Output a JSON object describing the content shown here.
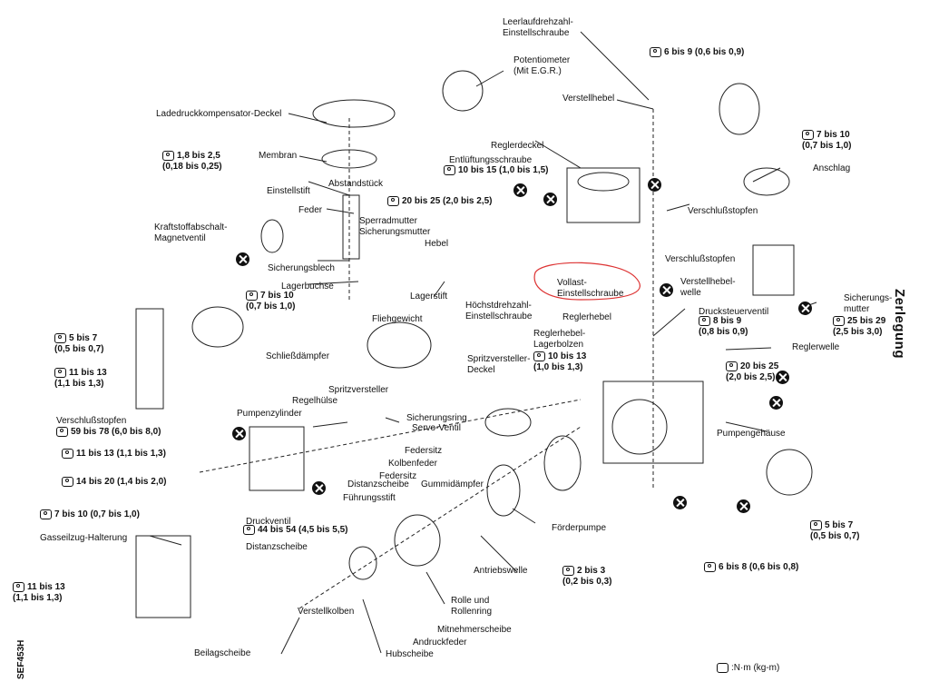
{
  "title": "Zerlegung",
  "figure_code": "SEF453H",
  "legend": ":N·m (kg-m)",
  "labels": {
    "leerlauf": "Leerlaufdrehzahl-\nEinstellschraube",
    "potentiometer": "Potentiometer\n(Mit E.G.R.)",
    "ladedruck": "Ladedruckkompensator-Deckel",
    "verstellhebel": "Verstellhebel",
    "membran": "Membran",
    "reglerdeckel": "Reglerdeckel",
    "entlueftung": "Entlüftungsschraube",
    "abstandstueck": "Abstandstück",
    "einstellstift": "Einstellstift",
    "feder": "Feder",
    "sperradmutter": "Sperradmutter\nSicherungsmutter",
    "kraftstoff": "Kraftstoffabschalt-\nMagnetventil",
    "hebel": "Hebel",
    "sicherungsblech": "Sicherungsblech",
    "lagerbuchse": "Lagerbuchse",
    "lagerstift": "Lagerstift",
    "hoechstdrehzahl": "Höchstdrehzahl-\nEinstellschraube",
    "vollast": "Vollast-\nEinstellschraube",
    "anschlag": "Anschlag",
    "verschluss1": "Verschlußstopfen",
    "verschluss2": "Verschlußstopfen",
    "verstellhebelwelle": "Verstellhebel-\nwelle",
    "sicherungsmutter": "Sicherungs-\nmutter",
    "fliehgewicht": "Fliehgewicht",
    "reglerhebel": "Reglerhebel",
    "drucksteuerventil": "Drucksteuerventil",
    "reglerwelle": "Reglerwelle",
    "reglerhebel_lagerbolzen": "Reglerhebel-\nLagerbolzen",
    "spritzversteller_deckel": "Spritzversteller-\nDeckel",
    "schliessdaempfer": "Schließdämpfer",
    "spritzversteller": "Spritzversteller",
    "regelhuelse": "Regelhülse",
    "pumpenzylinder": "Pumpenzylinder",
    "verschluss3": "Verschlußstopfen",
    "sicherungsring": "Sicherungsring",
    "servo": "Servo-Ventil",
    "pumpengehaeuse": "Pumpengehäuse",
    "federsitz1": "Federsitz",
    "kolbenfeder": "Kolbenfeder",
    "federsitz2": "Federsitz",
    "distanzscheibe1": "Distanzscheibe",
    "fuehrungsstift": "Führungsstift",
    "gummidaempfer": "Gummidämpfer",
    "druckventil": "Druckventil",
    "foerderpumpe": "Förderpumpe",
    "gasseilzug": "Gasseilzug-Halterung",
    "distanzscheibe2": "Distanzscheibe",
    "antriebswelle": "Antriebswelle",
    "rolle": "Rolle und\nRollenring",
    "verstellkolben": "Verstellkolben",
    "mitnehmerscheibe": "Mitnehmerscheibe",
    "andruckfeder": "Andruckfeder",
    "beilagscheibe": "Beilagscheibe",
    "hubscheibe": "Hubscheibe"
  },
  "torques": {
    "t1": "6 bis 9 (0,6 bis 0,9)",
    "t2": "7 bis 10\n(0,7 bis 1,0)",
    "t3": "1,8 bis 2,5\n(0,18 bis 0,25)",
    "t4": "10 bis 15 (1,0 bis 1,5)",
    "t5": "20 bis 25 (2,0 bis 2,5)",
    "t6": "7 bis 10\n(0,7 bis 1,0)",
    "t7": "5 bis 7\n(0,5 bis 0,7)",
    "t8": "8 bis 9\n(0,8 bis 0,9)",
    "t9": "25 bis 29\n(2,5 bis 3,0)",
    "t10": "11 bis 13\n(1,1 bis 1,3)",
    "t11": "10 bis 13\n(1,0 bis 1,3)",
    "t12": "20 bis 25\n(2,0 bis 2,5)",
    "t13": "59 bis 78 (6,0 bis 8,0)",
    "t14": "11 bis 13 (1,1 bis 1,3)",
    "t15": "14 bis 20 (1,4 bis 2,0)",
    "t16": "7 bis 10 (0,7 bis 1,0)",
    "t17": "44 bis 54 (4,5 bis 5,5)",
    "t18": "5 bis 7\n(0,5 bis 0,7)",
    "t19": "2 bis 3\n(0,2 bis 0,3)",
    "t20": "6 bis 8 (0,6 bis 0,8)",
    "t21": "11 bis 13\n(1,1 bis 1,3)"
  }
}
